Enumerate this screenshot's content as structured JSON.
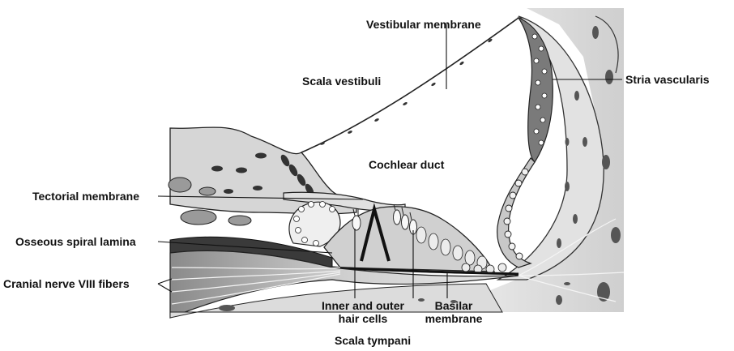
{
  "labels": {
    "vestibular_membrane": "Vestibular membrane",
    "scala_vestibuli": "Scala vestibuli",
    "stria_vascularis": "Stria vascularis",
    "cochlear_duct": "Cochlear duct",
    "tectorial_membrane": "Tectorial membrane",
    "osseous_spiral_lamina": "Osseous spiral lamina",
    "cranial_nerve_fibers": "Cranial nerve VIII fibers",
    "hair_cells_line1": "Inner and outer",
    "hair_cells_line2": "hair cells",
    "basilar_line1": "Basilar",
    "basilar_line2": "membrane",
    "scala_tympani": "Scala tympani"
  },
  "colors": {
    "tissue_light": "#d9d9d9",
    "tissue_mid": "#bdbdbd",
    "tissue_dark": "#5a5a5a",
    "outline": "#222222",
    "background": "#ffffff"
  }
}
